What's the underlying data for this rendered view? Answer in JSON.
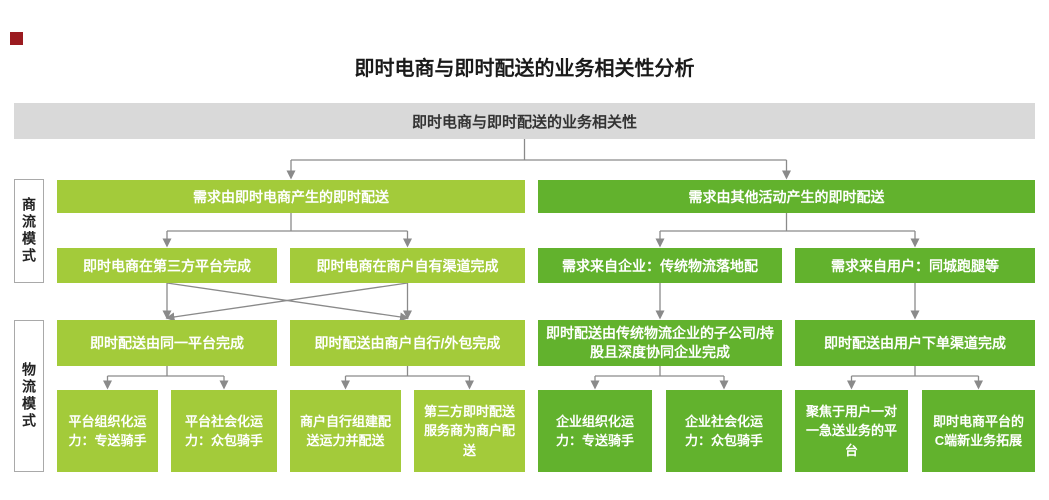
{
  "page": {
    "title": "即时电商与即时配送的业务相关性分析",
    "banner": "即时电商与即时配送的业务相关性"
  },
  "side_labels": {
    "business_flow": "商流模式",
    "logistics_flow": "物流模式"
  },
  "colors": {
    "left_branch_green": "#a3cb3a",
    "right_branch_green": "#62b22d",
    "banner_gray": "#d9d9d9",
    "arrow_gray": "#8a8a8a",
    "logo_red": "#9b1b20"
  },
  "tree": {
    "level1": [
      {
        "label": "需求由即时电商产生的即时配送"
      },
      {
        "label": "需求由其他活动产生的即时配送"
      }
    ],
    "level2": [
      {
        "label": "即时电商在第三方平台完成"
      },
      {
        "label": "即时电商在商户自有渠道完成"
      },
      {
        "label": "需求来自企业：传统物流落地配"
      },
      {
        "label": "需求来自用户：同城跑腿等"
      }
    ],
    "level3": [
      {
        "label": "即时配送由同一平台完成"
      },
      {
        "label": "即时配送由商户自行/外包完成"
      },
      {
        "label": "即时配送由传统物流企业的子公司/持股且深度协同企业完成"
      },
      {
        "label": "即时配送由用户下单渠道完成"
      }
    ],
    "level4": [
      {
        "label": "平台组织化运力：专送骑手"
      },
      {
        "label": "平台社会化运力：众包骑手"
      },
      {
        "label": "商户自行组建配送运力并配送"
      },
      {
        "label": "第三方即时配送服务商为商户配送"
      },
      {
        "label": "企业组织化运力：专送骑手"
      },
      {
        "label": "企业社会化运力：众包骑手"
      },
      {
        "label": "聚焦于用户一对一急送业务的平台"
      },
      {
        "label": "即时电商平台的C端新业务拓展"
      }
    ]
  }
}
